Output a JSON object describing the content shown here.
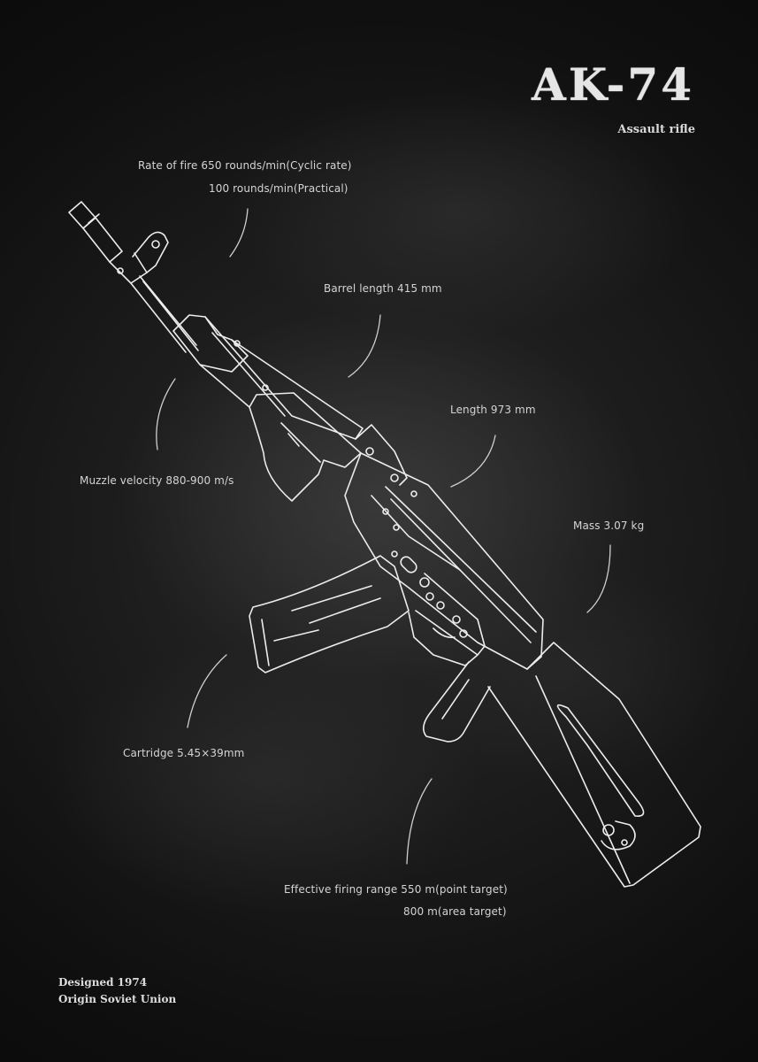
{
  "header": {
    "title": "AK-74",
    "subtitle": "Assault rifle"
  },
  "specs": {
    "rate_of_fire_line1": "Rate of fire 650 rounds/min(Cyclic rate)",
    "rate_of_fire_line2": "100 rounds/min(Practical)",
    "barrel_length": "Barrel length 415 mm",
    "length": "Length 973 mm",
    "muzzle_velocity": "Muzzle velocity 880-900 m/s",
    "mass": "Mass 3.07 kg",
    "cartridge": "Cartridge 5.45×39mm",
    "effective_range_line1": "Effective firing range 550 m(point target)",
    "effective_range_line2": "800 m(area target)"
  },
  "footer": {
    "designed": "Designed 1974",
    "origin": "Origin Soviet Union"
  },
  "colors": {
    "background": "#0b0b0b",
    "chalk": "#e8e8e8",
    "text": "#d4d4d4"
  },
  "illustration": {
    "subject": "rifle-outline-icon"
  }
}
